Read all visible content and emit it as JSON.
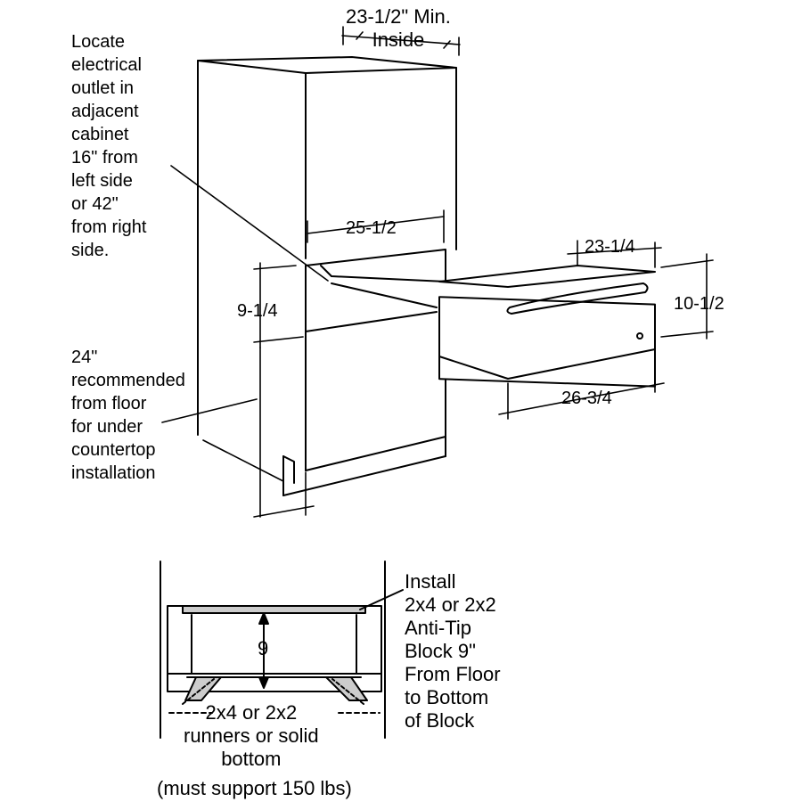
{
  "colors": {
    "ink": "#000000",
    "paper": "#ffffff",
    "shade": "#cccccc"
  },
  "labels": {
    "top_width": "23-1/2\" Min.\nInside",
    "outlet_note": "Locate\nelectrical\noutlet in\nadjacent\ncabinet\n16\" from\nleft side\nor 42\"\nfrom right\nside.",
    "opening_width": "25-1/2",
    "opening_height": "9-1/4",
    "floor_note": "24\"\nrecommended\nfrom floor\nfor under\ncountertop\ninstallation",
    "drawer_width": "23-1/4",
    "drawer_height": "10-1/2",
    "drawer_depth": "26-3/4",
    "block_height": "9",
    "anti_tip_note": "Install\n2x4 or 2x2\nAnti-Tip\nBlock 9\"\nFrom Floor\nto Bottom\nof Block",
    "runners_note": "2x4 or 2x2\nrunners or solid\nbottom",
    "support_note": "(must support 150 lbs)"
  }
}
